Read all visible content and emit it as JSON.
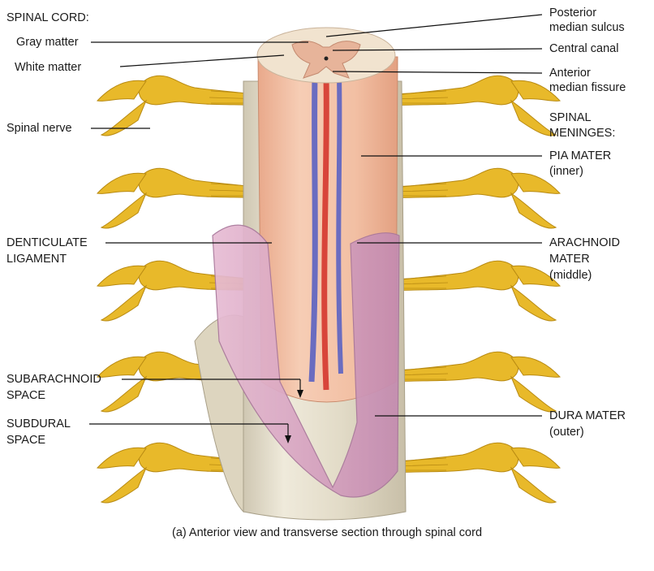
{
  "labels": {
    "spinal_cord_heading": "SPINAL CORD:",
    "gray_matter": "Gray matter",
    "white_matter": "White matter",
    "spinal_nerve": "Spinal nerve",
    "denticulate_1": "DENTICULATE",
    "denticulate_2": "LIGAMENT",
    "subarachnoid_1": "SUBARACHNOID",
    "subarachnoid_2": "SPACE",
    "subdural_1": "SUBDURAL",
    "subdural_2": "SPACE",
    "posterior_1": "Posterior",
    "posterior_2": "median sulcus",
    "central_canal": "Central canal",
    "anterior_1": "Anterior",
    "anterior_2": "median fissure",
    "meninges_1": "SPINAL",
    "meninges_2": "MENINGES:",
    "pia_1": "PIA MATER",
    "pia_2": "(inner)",
    "arachnoid_1": "ARACHNOID",
    "arachnoid_2": "MATER",
    "arachnoid_3": "(middle)",
    "dura_1": "DURA MATER",
    "dura_2": "(outer)"
  },
  "caption": "(a) Anterior view and transverse section through spinal cord",
  "colors": {
    "nerve": "#e8b92a",
    "nerve_dark": "#b88a12",
    "dura": "#e6e0cf",
    "pia": "#f0c0a8",
    "arachnoid": "#d9a8c4",
    "artery": "#d8453a",
    "vein": "#6a6cc0",
    "gray_matter": "#e7b49a",
    "white_matter": "#f1e3cf"
  }
}
